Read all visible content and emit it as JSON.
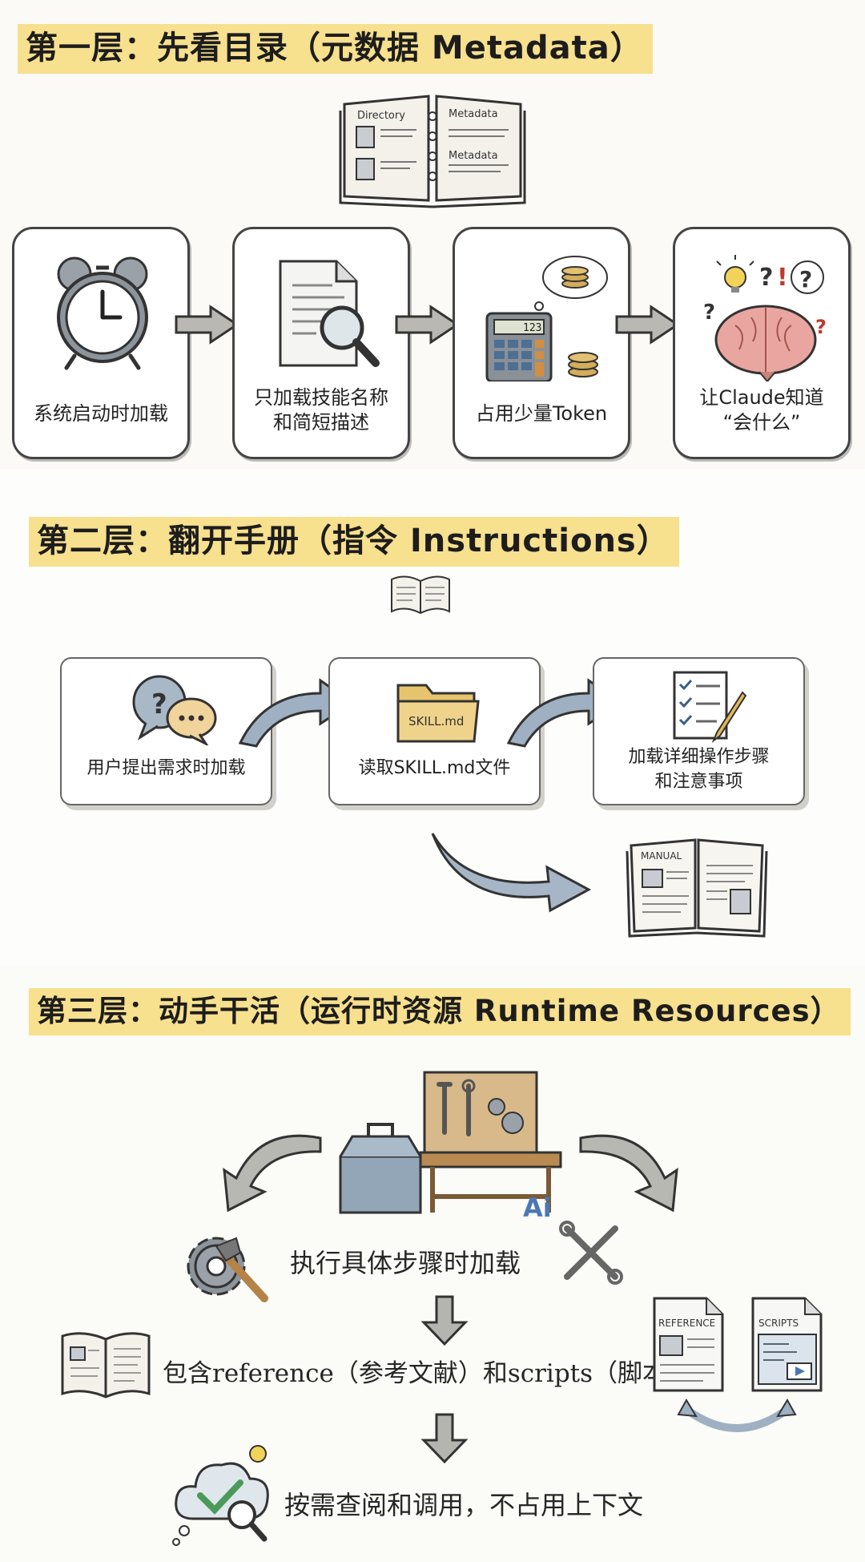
{
  "layer1": {
    "heading": "第一层：先看目录（元数据 Metadata）",
    "book_labels": [
      "Directory",
      "Metadata",
      "Metadata"
    ],
    "cards": [
      {
        "label": "系统启动时加载"
      },
      {
        "label": "只加载技能名称\n和简短描述"
      },
      {
        "label": "占用少量Token"
      },
      {
        "label": "让Claude知道\n“会什么”"
      }
    ],
    "calculator_display": "123"
  },
  "layer2": {
    "heading": "第二层：翻开手册（指令 Instructions）",
    "cards": [
      {
        "label": "用户提出需求时加载"
      },
      {
        "label": "读取SKILL.md文件"
      },
      {
        "label": "加载详细操作步骤\n和注意事项"
      }
    ],
    "folder_label": "SKILL.md",
    "manual_label": "MANUAL"
  },
  "layer3": {
    "heading": "第三层：动手干活（运行时资源 Runtime Resources）",
    "steps": [
      {
        "label": "执行具体步骤时加载"
      },
      {
        "label": "包含reference（参考文献）和scripts（脚本）"
      },
      {
        "label": "按需查阅和调用，不占用上下文"
      }
    ],
    "doc_labels": [
      "REFERENCE",
      "SCRIPTS"
    ],
    "ai_label": "Ai"
  }
}
